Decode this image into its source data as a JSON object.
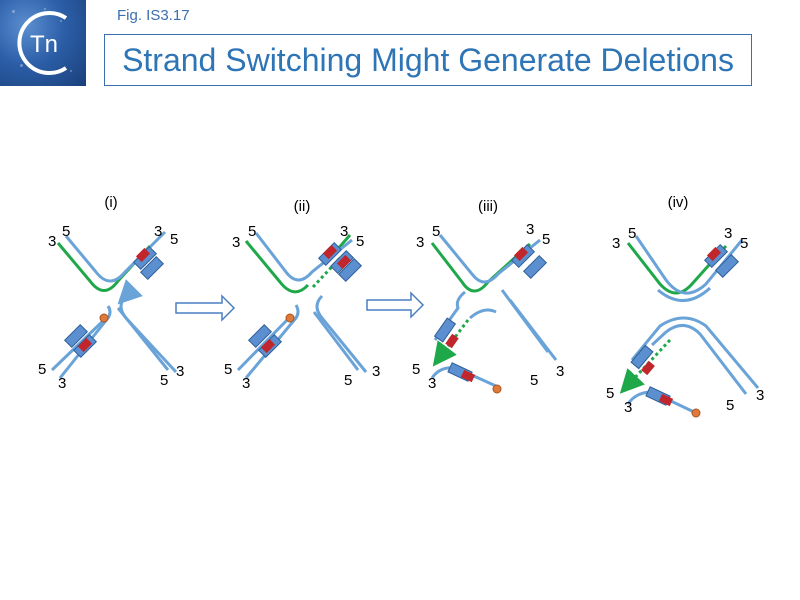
{
  "header": {
    "fig_label": "Fig. IS3.17",
    "title": "Strand Switching Might Generate Deletions",
    "logo_text": "Tn"
  },
  "panels": [
    {
      "label": "(i)"
    },
    {
      "label": "(ii)"
    },
    {
      "label": "(iii)"
    },
    {
      "label": "(iv)"
    }
  ],
  "strand_ends": {
    "five": "5",
    "three": "3"
  },
  "colors": {
    "blue_strand": "#6aa3d8",
    "green_strand": "#1fa84a",
    "box_fill": "#5b8fd0",
    "box_stroke": "#2f5f98",
    "red_box": "#c0262c",
    "dna_end": "#e07a3a",
    "title_color": "#2e75b6"
  }
}
